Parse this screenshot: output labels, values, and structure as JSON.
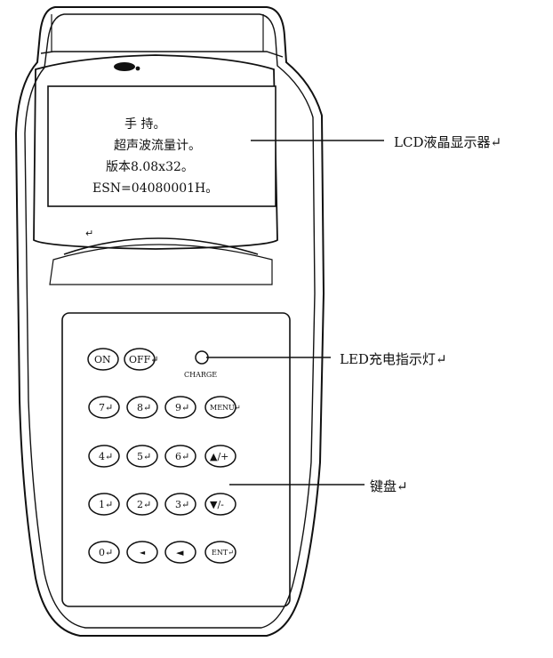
{
  "lcd": {
    "lines": [
      "手 持。",
      "超声波流量计。",
      "版本8.08x32。",
      "ESN=04080001H。"
    ],
    "return_mark": "↵"
  },
  "labels": {
    "lcd": "LCD液晶显示器↵",
    "led": "LED充电指示灯↵",
    "keyboard": "键盘↵"
  },
  "led": {
    "label": "CHARGE"
  },
  "keys": {
    "on": "ON",
    "off": "OFF↵",
    "k7": "7↵",
    "k8": "8↵",
    "k9": "9↵",
    "menu": "MENU↵",
    "k4": "4↵",
    "k5": "5↵",
    "k6": "6↵",
    "up": "▲/+",
    "k1": "1↵",
    "k2": "2↵",
    "k3": "3↵",
    "down": "▼/-",
    "k0": "0↵",
    "dot": "◄",
    "back": "◄",
    "ent": "ENT↵"
  }
}
